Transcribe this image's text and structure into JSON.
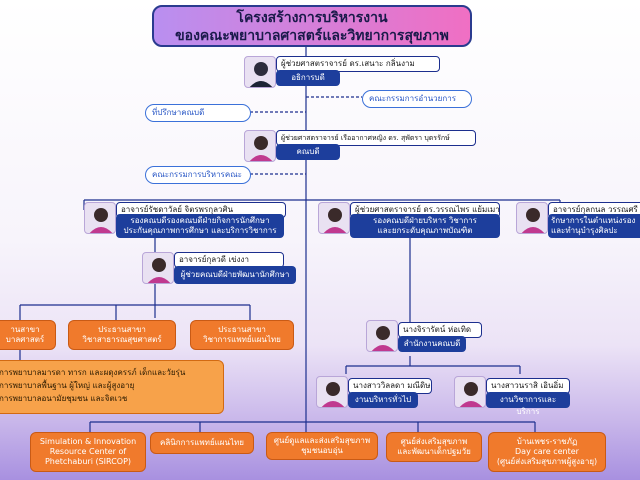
{
  "title": {
    "line1": "โครงสร้างการบริหารงาน",
    "line2": "ของคณะพยาบาลศาสตร์และวิทยาการสุขภาพ"
  },
  "dean": {
    "name": "ผู้ช่วยศาสตราจารย์ ดร.เสนาะ กลิ่นงาม",
    "position": "อธิการบดี"
  },
  "committee_admin": "คณะกรรมการอำนวยการ",
  "advisor": "ที่ปรึกษาคณบดี",
  "faculty_dean": {
    "name": "ผู้ช่วยศาสตราจารย์ เรืออากาศหญิง ดร. สุพัตรา บุตรรักษ์",
    "position": "คณบดี"
  },
  "committee_exec": "คณะกรรมการบริหารคณะ",
  "vice_left": {
    "name": "อาจารย์รัชดาวัลย์ จิตรพรกุลวศิน",
    "position_line1": "รองคณบดีรองคณบดีฝ่ายกิจการนักศึกษา",
    "position_line2": "ประกันคุณภาพการศึกษา และบริการวิชาการ"
  },
  "vice_center": {
    "name": "ผู้ช่วยศาสตราจารย์ ดร.วรรณไพร แย้มเมา",
    "position_line1": "รองคณบดีฝ่ายบริหาร วิชาการ",
    "position_line2": "และยกระดับคุณภาพบัณฑิต"
  },
  "vice_right": {
    "name": "อาจารย์กุลกนล วรรณศรี",
    "position_line1": "รักษาการในตำแหน่งรอง",
    "position_line2": "และทำนุบำรุงศิลปะ"
  },
  "assistant_dean": {
    "name": "อาจารย์กุลวดี เข่งงา",
    "position": "ผู้ช่วยคณบดีฝ่ายพัฒนานักศึกษา"
  },
  "chairs": [
    {
      "line1": "านสาขา",
      "line2": "บาลศาสตร์"
    },
    {
      "line1": "ประธานสาขา",
      "line2": "วิชาสาธารณสุขศาสตร์"
    },
    {
      "line1": "ประธานสาขา",
      "line2": "วิชาการแพทย์แผนไทย"
    }
  ],
  "nursing_units": [
    "การพยาบาลมารดา ทารก และผดุงครรภ์ เด็กและวัยรุ่น",
    "การพยาบาลพื้นฐาน ผู้ใหญ่ และผู้สูงอายุ",
    "การพยาบาลอนามัยชุมชน และจิตเวช"
  ],
  "office_head": {
    "name": "นางจิรารัตน์ ห่อเทิด",
    "position": "สำนักงานคณบดี"
  },
  "staff_left": {
    "name": "นางสาววิลลดา มณีดิษ",
    "position": "งานบริหารทั่วไป"
  },
  "staff_right": {
    "name": "นางสาวนราสิ เอินอิ่ม",
    "position": "งานวิชาการและบริการ"
  },
  "units": [
    {
      "line1": "Simulation & Innovation",
      "line2": "Resource Center of",
      "line3": "Phetchaburi (SIRCOP)"
    },
    {
      "line1": "คลินิกการแพทย์แผนไทย",
      "line2": "",
      "line3": ""
    },
    {
      "line1": "ศูนย์ดูแลและส่งเสริมสุขภาพ",
      "line2": "ชุมชนอบอุ่น",
      "line3": ""
    },
    {
      "line1": "ศูนย์ส่งเสริมสุขภาพ",
      "line2": "และพัฒนาเด็กปฐมวัย",
      "line3": ""
    },
    {
      "line1": "บ้านเพชร-ราชภัฏ",
      "line2": "Day care center",
      "line3": "(ศูนย์ส่งเสริมสุขภาพผู้สูงอายุ)"
    }
  ],
  "colors": {
    "navy": "#1d3e9c",
    "orange": "#f07a2c",
    "blue_outline": "#3b71d9",
    "magenta": "#c0398f"
  }
}
